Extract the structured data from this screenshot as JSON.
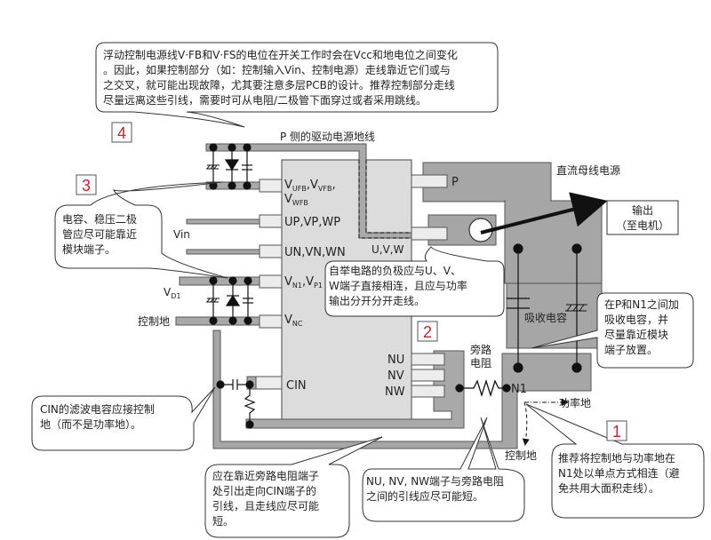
{
  "title": "PCB layout guidelines for IPM module",
  "colors": {
    "trace": "#a9a9a9",
    "trace_stroke": "#555555",
    "module_fill": "#dcdcdc",
    "pin_fill": "#ececec",
    "power_plane": "#a6a6a6",
    "number_red": "#c0262d",
    "line": "#222222"
  },
  "numbers": [
    "1",
    "2",
    "3",
    "4"
  ],
  "labels": {
    "p_side_ground": "P 侧的驱动电源地线",
    "dc_bus": "直流母线电源",
    "p": "P",
    "uvw": "U,V,W",
    "output_line1": "输出",
    "output_line2": "（至电机）",
    "vin": "Vin",
    "vd1": "V",
    "vd1_sub": "D1",
    "control_ground": "控制地",
    "control_ground_bottom": "控制地",
    "power_ground": "功率地",
    "snubber_cap": "吸收电容",
    "shunt_line1": "旁路",
    "shunt_line2": "电阻",
    "n1": "N1",
    "cin": "CIN",
    "nu": "NU",
    "nv": "NV",
    "nw": "NW"
  },
  "pins": {
    "vfb_line1": "V",
    "vfb_sub1": "UFB",
    "vfb_sep1": ",V",
    "vfb_sub2": "VFB",
    "vfb_sep2": ",",
    "vfb_line2": "V",
    "vfb_sub3": "WFB",
    "upvpwp": "UP,VP,WP",
    "unvnwn": "UN,VN,WN",
    "vn1": "V",
    "vn1_sub": "N1",
    "vp1": ",V",
    "vp1_sub": "P1",
    "vnc": "V",
    "vnc_sub": "NC"
  },
  "callouts": {
    "top": [
      "浮动控制电源线V·FB和V·FS的电位在开关工作时会在Vcc和地电位之间变化",
      "。因此，如果控制部分（如：控制输入Vin、控制电源）走线靠近它们或与",
      "之交叉，就可能出现故障，尤其要注意多层PCB的设计。推荐控制部分走线",
      "尽量远离这些引线，需要时可从电阻/二极管下面穿过或者采用跳线。"
    ],
    "cap_zener": [
      "电容、稳压二极",
      "管应尽可能靠近",
      "模块端子。"
    ],
    "bootstrap": [
      "自举电路的负极应与U、V、",
      "W端子直接相连，且应与功率",
      "输出分开分开走线。"
    ],
    "snubber": [
      "在P和N1之间加",
      "吸收电容，并",
      "尽量靠近模块",
      "端子放置。"
    ],
    "cin_filter": [
      "CIN的滤波电容应接控制",
      "地（而不是功率地）。"
    ],
    "cin_route": [
      "应在靠近旁路电阻端子",
      "处引出走向CIN端子的",
      "引线，且走线应尽可能",
      "短。"
    ],
    "nuvw": [
      "NU, NV, NW端子与旁路电阻",
      "之间的引线应尽可能短。"
    ],
    "single_point": [
      "推荐将控制地与功率地在",
      "N1处以单点方式相连（避",
      "免共用大面积走线）。"
    ]
  }
}
